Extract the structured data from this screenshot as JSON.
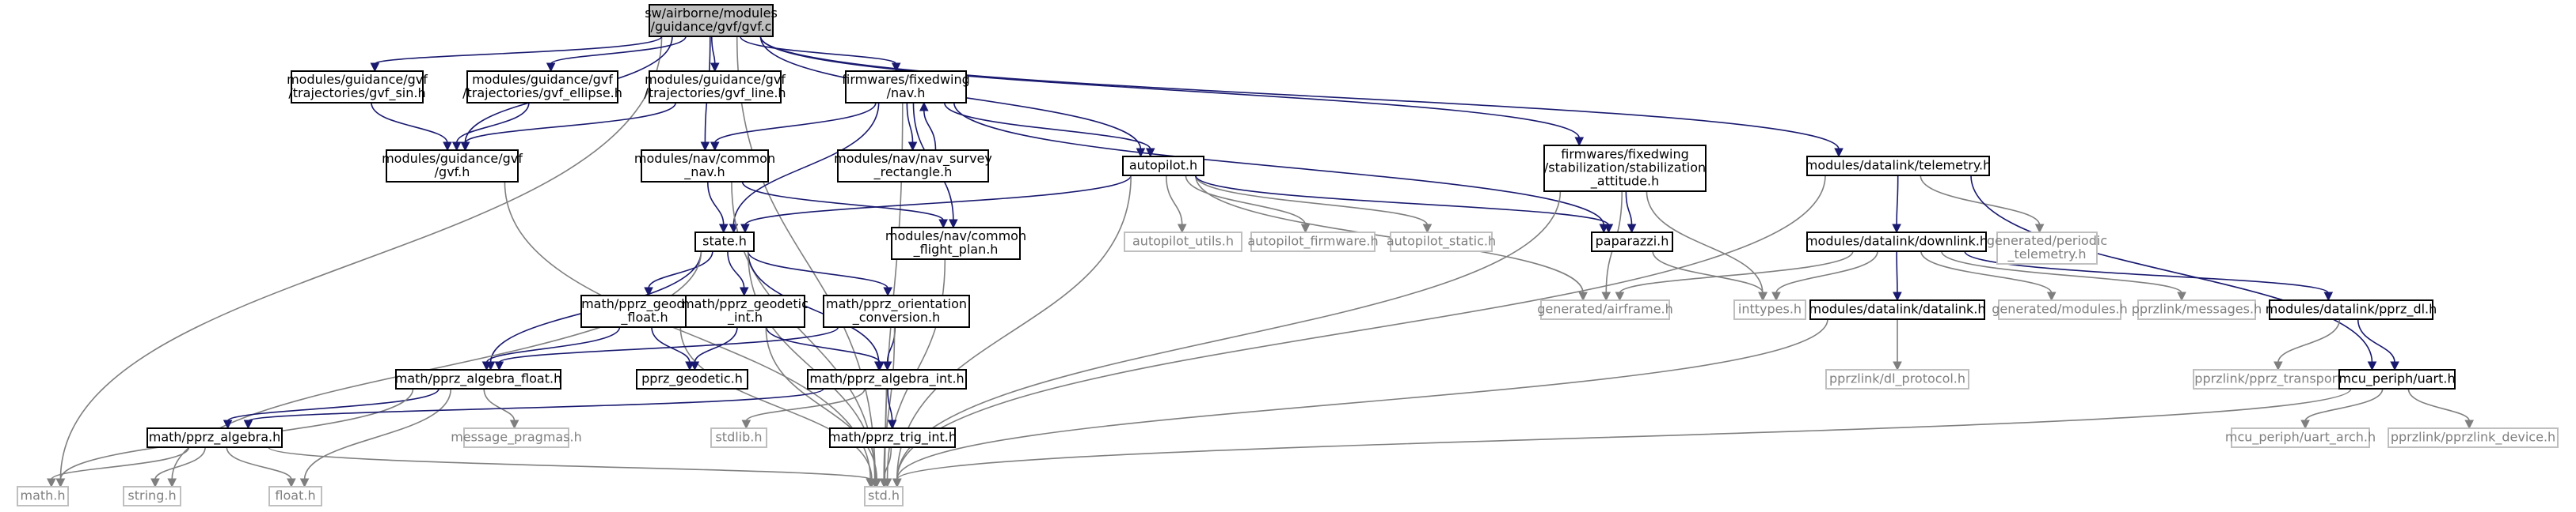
{
  "diagram": {
    "type": "include-dependency-graph",
    "nodes": [
      {
        "id": "gvf_c",
        "lines": [
          "sw/airborne/modules",
          "/guidance/gvf/gvf.c"
        ],
        "kind": "root"
      },
      {
        "id": "gvf_sin",
        "lines": [
          "modules/guidance/gvf",
          "/trajectories/gvf_sin.h"
        ],
        "kind": "local"
      },
      {
        "id": "gvf_ellipse",
        "lines": [
          "modules/guidance/gvf",
          "/trajectories/gvf_ellipse.h"
        ],
        "kind": "local"
      },
      {
        "id": "gvf_line",
        "lines": [
          "modules/guidance/gvf",
          "/trajectories/gvf_line.h"
        ],
        "kind": "local"
      },
      {
        "id": "fw_nav",
        "lines": [
          "firmwares/fixedwing",
          "/nav.h"
        ],
        "kind": "local"
      },
      {
        "id": "stab_att",
        "lines": [
          "firmwares/fixedwing",
          "/stabilization/stabilization",
          "_attitude.h"
        ],
        "kind": "local"
      },
      {
        "id": "telemetry",
        "lines": [
          "modules/datalink/telemetry.h"
        ],
        "kind": "local"
      },
      {
        "id": "gvf_h",
        "lines": [
          "modules/guidance/gvf",
          "/gvf.h"
        ],
        "kind": "local"
      },
      {
        "id": "common_nav",
        "lines": [
          "modules/nav/common",
          "_nav.h"
        ],
        "kind": "local"
      },
      {
        "id": "nav_survey",
        "lines": [
          "modules/nav/nav_survey",
          "_rectangle.h"
        ],
        "kind": "local"
      },
      {
        "id": "autopilot",
        "lines": [
          "autopilot.h"
        ],
        "kind": "local"
      },
      {
        "id": "paparazzi",
        "lines": [
          "paparazzi.h"
        ],
        "kind": "local"
      },
      {
        "id": "downlink",
        "lines": [
          "modules/datalink/downlink.h"
        ],
        "kind": "local"
      },
      {
        "id": "gen_periodic",
        "lines": [
          "generated/periodic",
          "_telemetry.h"
        ],
        "kind": "ext"
      },
      {
        "id": "state",
        "lines": [
          "state.h"
        ],
        "kind": "local"
      },
      {
        "id": "flight_plan",
        "lines": [
          "modules/nav/common",
          "_flight_plan.h"
        ],
        "kind": "local"
      },
      {
        "id": "ap_utils",
        "lines": [
          "autopilot_utils.h"
        ],
        "kind": "ext"
      },
      {
        "id": "ap_firmware",
        "lines": [
          "autopilot_firmware.h"
        ],
        "kind": "ext"
      },
      {
        "id": "ap_static",
        "lines": [
          "autopilot_static.h"
        ],
        "kind": "ext"
      },
      {
        "id": "gen_airframe",
        "lines": [
          "generated/airframe.h"
        ],
        "kind": "ext"
      },
      {
        "id": "inttypes",
        "lines": [
          "inttypes.h"
        ],
        "kind": "ext"
      },
      {
        "id": "datalink",
        "lines": [
          "modules/datalink/datalink.h"
        ],
        "kind": "local"
      },
      {
        "id": "gen_modules",
        "lines": [
          "generated/modules.h"
        ],
        "kind": "ext"
      },
      {
        "id": "pprz_messages",
        "lines": [
          "pprzlink/messages.h"
        ],
        "kind": "ext"
      },
      {
        "id": "pprz_dl",
        "lines": [
          "modules/datalink/pprz_dl.h"
        ],
        "kind": "local"
      },
      {
        "id": "geo_float",
        "lines": [
          "math/pprz_geodetic",
          "_float.h"
        ],
        "kind": "local"
      },
      {
        "id": "geo_int",
        "lines": [
          "math/pprz_geodetic",
          "_int.h"
        ],
        "kind": "local"
      },
      {
        "id": "orient_conv",
        "lines": [
          "math/pprz_orientation",
          "_conversion.h"
        ],
        "kind": "local"
      },
      {
        "id": "dl_protocol",
        "lines": [
          "pprzlink/dl_protocol.h"
        ],
        "kind": "ext"
      },
      {
        "id": "pprz_transport",
        "lines": [
          "pprzlink/pprz_transport.h"
        ],
        "kind": "ext"
      },
      {
        "id": "uart",
        "lines": [
          "mcu_periph/uart.h"
        ],
        "kind": "local"
      },
      {
        "id": "alg_float",
        "lines": [
          "math/pprz_algebra_float.h"
        ],
        "kind": "local"
      },
      {
        "id": "pprz_geodetic",
        "lines": [
          "pprz_geodetic.h"
        ],
        "kind": "local"
      },
      {
        "id": "alg_int",
        "lines": [
          "math/pprz_algebra_int.h"
        ],
        "kind": "local"
      },
      {
        "id": "alg",
        "lines": [
          "math/pprz_algebra.h"
        ],
        "kind": "local"
      },
      {
        "id": "msg_pragmas",
        "lines": [
          "message_pragmas.h"
        ],
        "kind": "ext"
      },
      {
        "id": "stdlib",
        "lines": [
          "stdlib.h"
        ],
        "kind": "ext"
      },
      {
        "id": "trig_int",
        "lines": [
          "math/pprz_trig_int.h"
        ],
        "kind": "local"
      },
      {
        "id": "uart_arch",
        "lines": [
          "mcu_periph/uart_arch.h"
        ],
        "kind": "ext"
      },
      {
        "id": "pprz_device",
        "lines": [
          "pprzlink/pprzlink_device.h"
        ],
        "kind": "ext"
      },
      {
        "id": "math_h",
        "lines": [
          "math.h"
        ],
        "kind": "ext"
      },
      {
        "id": "string_h",
        "lines": [
          "string.h"
        ],
        "kind": "ext"
      },
      {
        "id": "float_h",
        "lines": [
          "float.h"
        ],
        "kind": "ext"
      },
      {
        "id": "std_h",
        "lines": [
          "std.h"
        ],
        "kind": "ext"
      }
    ],
    "edges": [
      [
        "gvf_c",
        "math_h"
      ],
      [
        "gvf_c",
        "gvf_sin"
      ],
      [
        "gvf_c",
        "gvf_ellipse"
      ],
      [
        "gvf_c",
        "gvf_line"
      ],
      [
        "gvf_c",
        "gvf_h"
      ],
      [
        "gvf_c",
        "std_h"
      ],
      [
        "gvf_c",
        "fw_nav"
      ],
      [
        "gvf_c",
        "common_nav"
      ],
      [
        "gvf_c",
        "autopilot"
      ],
      [
        "gvf_c",
        "stab_att"
      ],
      [
        "gvf_c",
        "telemetry"
      ],
      [
        "gvf_sin",
        "gvf_h"
      ],
      [
        "gvf_ellipse",
        "gvf_h"
      ],
      [
        "gvf_line",
        "gvf_h"
      ],
      [
        "gvf_h",
        "std_h"
      ],
      [
        "fw_nav",
        "common_nav"
      ],
      [
        "fw_nav",
        "nav_survey"
      ],
      [
        "fw_nav",
        "state"
      ],
      [
        "fw_nav",
        "autopilot"
      ],
      [
        "fw_nav",
        "flight_plan"
      ],
      [
        "fw_nav",
        "paparazzi"
      ],
      [
        "fw_nav",
        "std_h"
      ],
      [
        "nav_survey",
        "fw_nav"
      ],
      [
        "common_nav",
        "state"
      ],
      [
        "common_nav",
        "flight_plan"
      ],
      [
        "common_nav",
        "std_h"
      ],
      [
        "flight_plan",
        "std_h"
      ],
      [
        "autopilot",
        "state"
      ],
      [
        "autopilot",
        "ap_utils"
      ],
      [
        "autopilot",
        "ap_firmware"
      ],
      [
        "autopilot",
        "ap_static"
      ],
      [
        "autopilot",
        "gen_airframe"
      ],
      [
        "autopilot",
        "paparazzi"
      ],
      [
        "autopilot",
        "std_h"
      ],
      [
        "stab_att",
        "paparazzi"
      ],
      [
        "stab_att",
        "gen_airframe"
      ],
      [
        "stab_att",
        "inttypes"
      ],
      [
        "stab_att",
        "std_h"
      ],
      [
        "paparazzi",
        "inttypes"
      ],
      [
        "telemetry",
        "downlink"
      ],
      [
        "telemetry",
        "gen_periodic"
      ],
      [
        "telemetry",
        "uart"
      ],
      [
        "telemetry",
        "std_h"
      ],
      [
        "downlink",
        "gen_airframe"
      ],
      [
        "downlink",
        "inttypes"
      ],
      [
        "downlink",
        "datalink"
      ],
      [
        "downlink",
        "gen_modules"
      ],
      [
        "downlink",
        "pprz_messages"
      ],
      [
        "downlink",
        "pprz_dl"
      ],
      [
        "datalink",
        "dl_protocol"
      ],
      [
        "datalink",
        "std_h"
      ],
      [
        "pprz_dl",
        "pprz_transport"
      ],
      [
        "pprz_dl",
        "uart"
      ],
      [
        "uart",
        "uart_arch"
      ],
      [
        "uart",
        "pprz_device"
      ],
      [
        "uart",
        "std_h"
      ],
      [
        "state",
        "geo_float"
      ],
      [
        "state",
        "geo_int"
      ],
      [
        "state",
        "orient_conv"
      ],
      [
        "state",
        "alg_float"
      ],
      [
        "state",
        "alg_int"
      ],
      [
        "state",
        "string_h"
      ],
      [
        "state",
        "std_h"
      ],
      [
        "geo_float",
        "alg_float"
      ],
      [
        "geo_float",
        "pprz_geodetic"
      ],
      [
        "geo_float",
        "std_h"
      ],
      [
        "geo_int",
        "pprz_geodetic"
      ],
      [
        "geo_int",
        "alg_int"
      ],
      [
        "geo_int",
        "std_h"
      ],
      [
        "orient_conv",
        "alg_float"
      ],
      [
        "orient_conv",
        "alg_int"
      ],
      [
        "orient_conv",
        "std_h"
      ],
      [
        "alg_float",
        "alg"
      ],
      [
        "alg_float",
        "msg_pragmas"
      ],
      [
        "alg_float",
        "math_h"
      ],
      [
        "alg_float",
        "float_h"
      ],
      [
        "alg_int",
        "alg"
      ],
      [
        "alg_int",
        "stdlib"
      ],
      [
        "alg_int",
        "trig_int"
      ],
      [
        "alg_int",
        "std_h"
      ],
      [
        "trig_int",
        "std_h"
      ],
      [
        "alg",
        "math_h"
      ],
      [
        "alg",
        "string_h"
      ],
      [
        "alg",
        "float_h"
      ],
      [
        "alg",
        "std_h"
      ]
    ]
  }
}
